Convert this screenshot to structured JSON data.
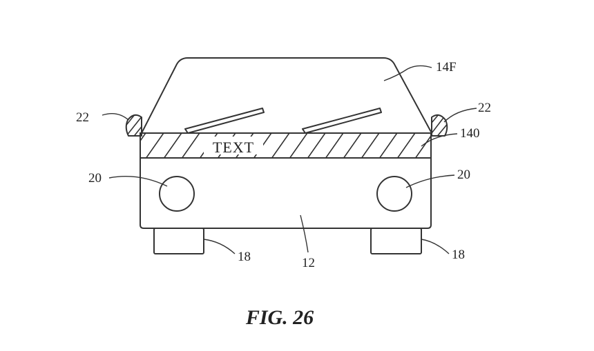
{
  "figure": {
    "caption": "FIG. 26",
    "panel_text": "TEXT",
    "labels": {
      "windshield": "14F",
      "mirror_left": "22",
      "mirror_right": "22",
      "display_panel": "140",
      "headlight_left": "20",
      "headlight_right": "20",
      "body": "12",
      "wheel_left": "18",
      "wheel_right": "18"
    }
  }
}
